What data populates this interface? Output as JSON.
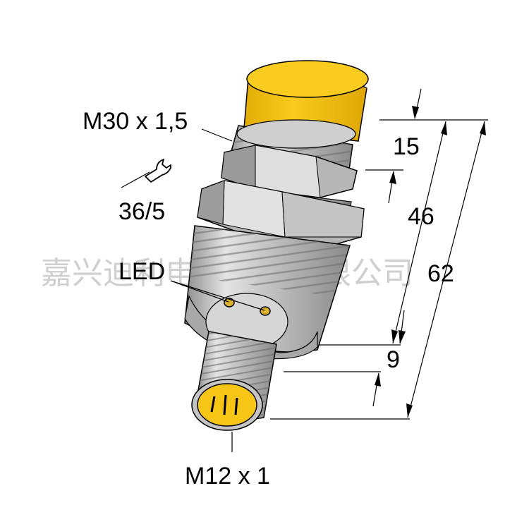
{
  "labels": {
    "thread": "M30 x 1,5",
    "wrench": "36/5",
    "led": "LED",
    "connector": "M12 x 1"
  },
  "dimensions": {
    "d15": "15",
    "d46": "46",
    "d62": "62",
    "d9": "9"
  },
  "watermark": "嘉兴迪利电子科技有限公司",
  "colors": {
    "sensor_cap": "#f7c516",
    "connector_face": "#f7c516",
    "led": "#d9b12a",
    "body": "#c9c9c9",
    "line": "#000000"
  },
  "icons": {
    "wrench": "wrench-icon"
  }
}
